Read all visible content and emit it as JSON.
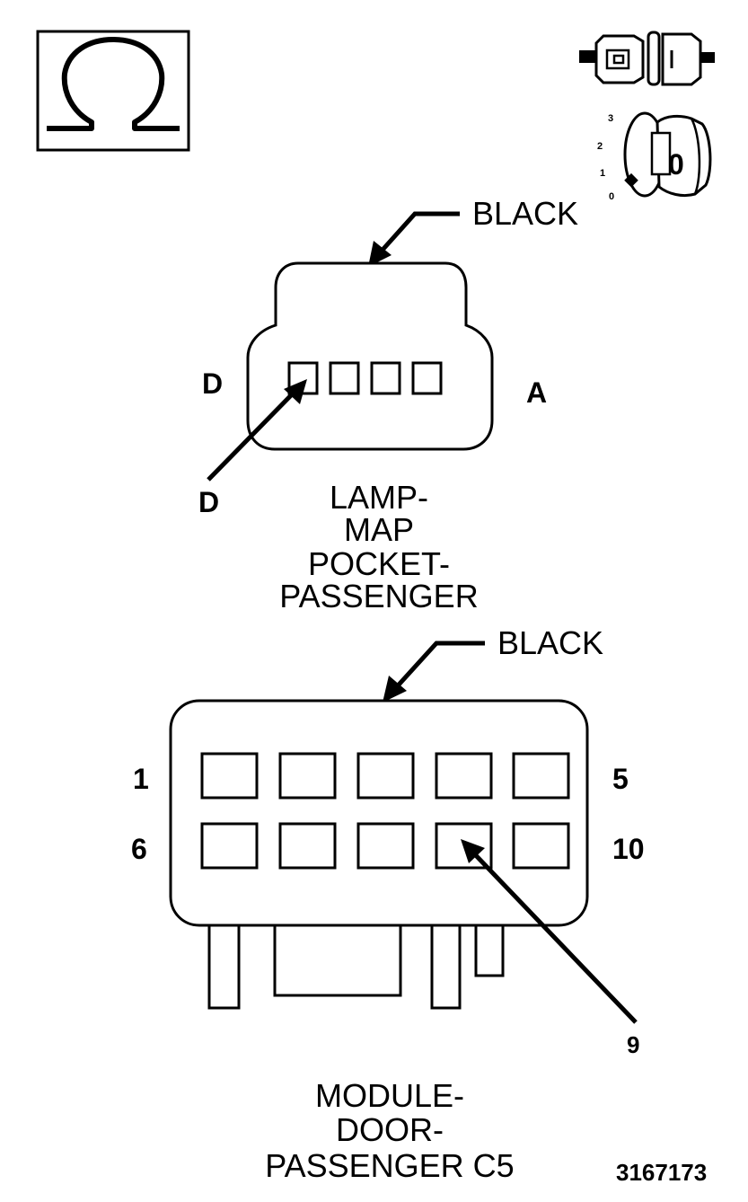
{
  "icons": {
    "ohm": {
      "symbol": "Ω",
      "name": "ohm-symbol-icon"
    },
    "connector": {
      "name": "connector-disconnected-icon"
    },
    "ignition": {
      "name": "ignition-key-off-icon",
      "positions": [
        "3",
        "2",
        "1",
        "0"
      ],
      "key_label": "0"
    }
  },
  "connector_top": {
    "color_label": "BLACK",
    "left_end_label": "D",
    "right_end_label": "A",
    "pointer_label": "D",
    "name_lines": [
      "LAMP-",
      "MAP",
      "POCKET-",
      "PASSENGER"
    ],
    "pin_count": 4
  },
  "connector_bottom": {
    "color_label": "BLACK",
    "row1_left": "1",
    "row1_right": "5",
    "row2_left": "6",
    "row2_right": "10",
    "pointer_label": "9",
    "name_lines": [
      "MODULE-",
      "DOOR-",
      "PASSENGER C5"
    ],
    "pin_count": 10
  },
  "figure_number": "3167173",
  "colors": {
    "line": "#000000",
    "background": "#ffffff"
  }
}
